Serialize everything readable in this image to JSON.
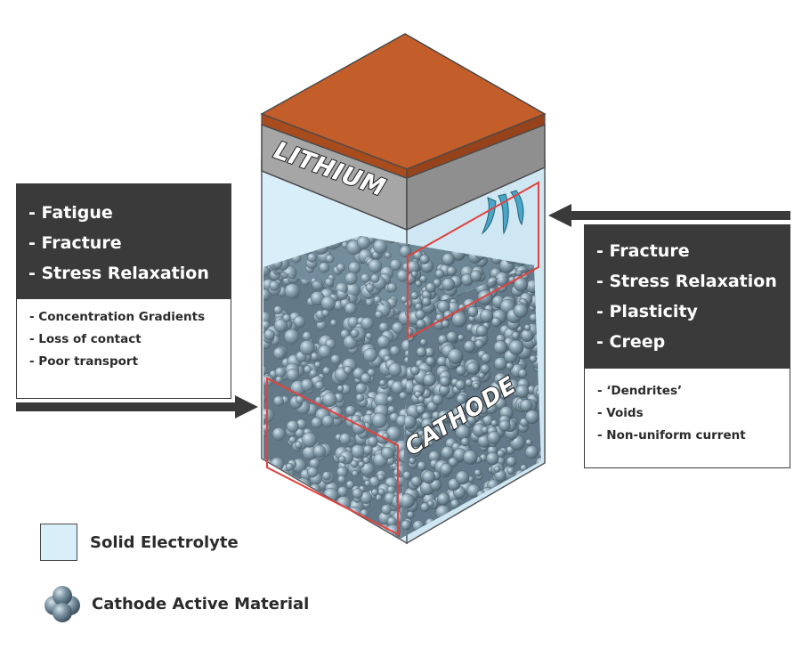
{
  "diagram": {
    "lithium_label": "LITHIUM",
    "cathode_label": "CATHODE",
    "left_panel": {
      "mechanical": [
        "- Fatigue",
        "- Fracture",
        "- Stress Relaxation"
      ],
      "effects": [
        "- Concentration Gradients",
        "- Loss of contact",
        "- Poor transport"
      ]
    },
    "right_panel": {
      "mechanical": [
        "- Fracture",
        "- Stress Relaxation",
        "- Plasticity",
        "- Creep"
      ],
      "effects": [
        "- ‘Dendrites’",
        "- Voids",
        "- Non-uniform current"
      ]
    },
    "legend": {
      "electrolyte": "Solid Electrolyte",
      "cathode_material": "Cathode Active Material"
    }
  },
  "colors": {
    "lithium_top": "#c35d2a",
    "lithium_edge": "#a84b1d",
    "collector_gray": "#9a9a9a",
    "electrolyte": "#d8eef9",
    "particles": "#6f8898",
    "highlight_red": "#e0433f",
    "dendrite": "#4aa6c7",
    "panel_dark": "#3a3a3a",
    "arrow": "#3a3a3a"
  }
}
